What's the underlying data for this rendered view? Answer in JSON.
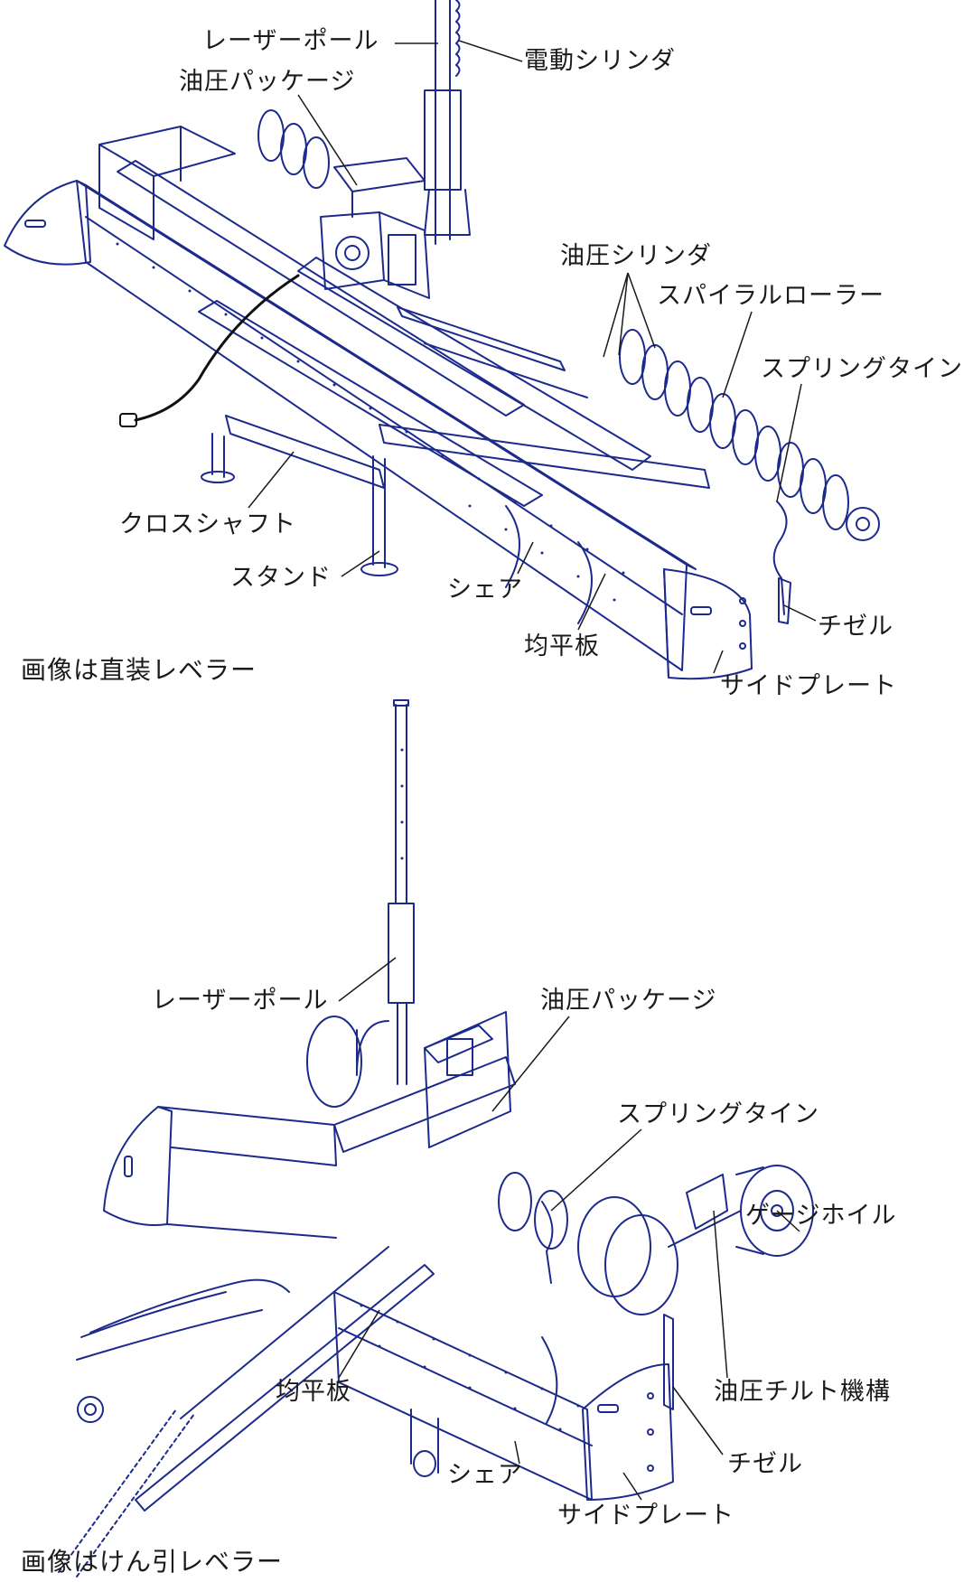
{
  "colors": {
    "line": "#1c2a8c",
    "leader": "#1a1a1a",
    "text": "#1a1a1a",
    "cable": "#111111"
  },
  "top": {
    "caption": "画像は直装レベラー",
    "labels": {
      "laser_pole": "レーザーポール",
      "electric_cylinder": "電動シリンダ",
      "hydraulic_package": "油圧パッケージ",
      "hydraulic_cylinder": "油圧シリンダ",
      "spiral_roller": "スパイラルローラー",
      "spring_tine": "スプリングタイン",
      "cross_shaft": "クロスシャフト",
      "stand": "スタンド",
      "share": "シェア",
      "leveling_board": "均平板",
      "chisel": "チゼル",
      "side_plate": "サイドプレート"
    }
  },
  "bottom": {
    "caption": "画像はけん引レベラー",
    "labels": {
      "laser_pole": "レーザーポール",
      "hydraulic_package": "油圧パッケージ",
      "spring_tine": "スプリングタイン",
      "gauge_wheel": "ゲージホイル",
      "leveling_board": "均平板",
      "hydraulic_tilt": "油圧チルト機構",
      "chisel": "チゼル",
      "share": "シェア",
      "side_plate": "サイドプレート"
    }
  }
}
